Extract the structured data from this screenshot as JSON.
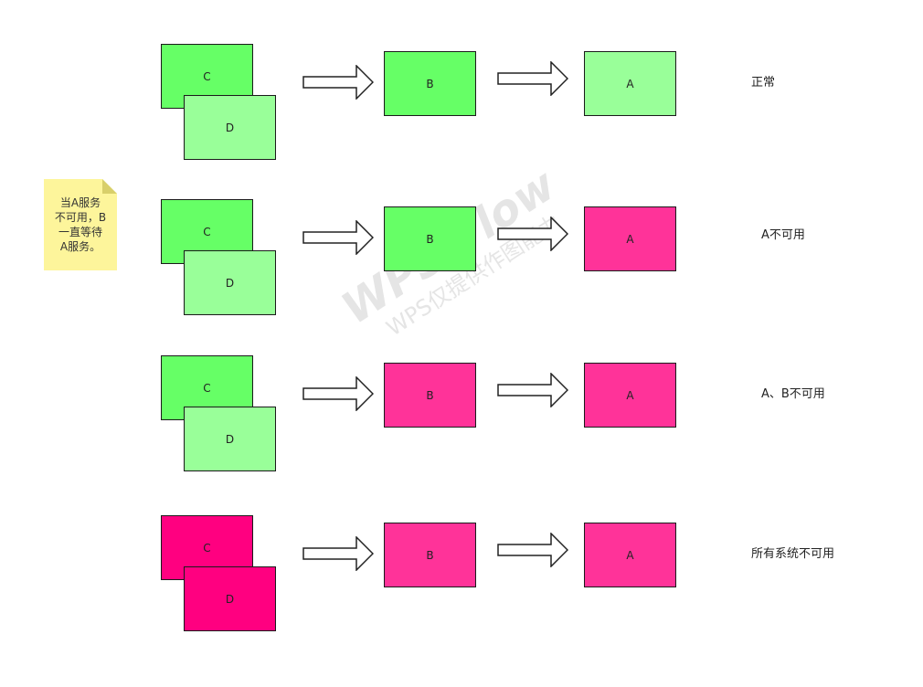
{
  "colors": {
    "green": "#66ff66",
    "light_green": "#99ff99",
    "pink": "#ff3399",
    "magenta": "#ff0080",
    "note": "#fdf59b"
  },
  "note": {
    "text": "当A服务\n不可用，B\n一直等待\nA服务。"
  },
  "rows": [
    {
      "c": "C",
      "d": "D",
      "b": "B",
      "a": "A",
      "status": "正常"
    },
    {
      "c": "C",
      "d": "D",
      "b": "B",
      "a": "A",
      "status": "A不可用"
    },
    {
      "c": "C",
      "d": "D",
      "b": "B",
      "a": "A",
      "status": "A、B不可用"
    },
    {
      "c": "C",
      "d": "D",
      "b": "B",
      "a": "A",
      "status": "所有系统不可用"
    }
  ],
  "watermark": {
    "title": "WPS Flow",
    "subtitle": "WPS仅提供作图能力"
  }
}
